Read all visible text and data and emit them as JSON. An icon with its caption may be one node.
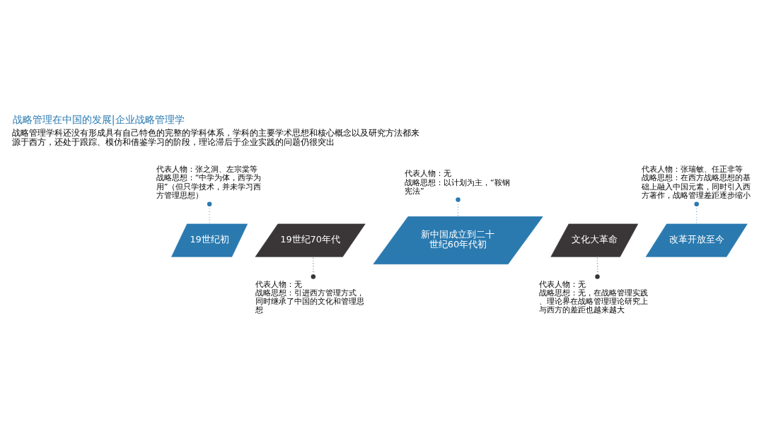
{
  "diagram": {
    "title": "战略管理在中国的发展|企业战略管理学",
    "nodes": [
      {
        "text": [
          "19世纪初"
        ]
      },
      {
        "text": [
          "19世纪70年代"
        ]
      },
      {
        "text": [
          "新中国成立到二十世纪60年代初"
        ]
      },
      {
        "text": [
          "文化大革命"
        ]
      },
      {
        "text": [
          "改革开放至今"
        ]
      },
      {
        "text": [
          "代表人物：张之洞、左宗棠等",
          "战略思想：“中学为体，西学为用”（但只学技术，并未学习西方管理思想）"
        ]
      },
      {
        "text": [
          "代表人物：无",
          "战略思想：引进西方管理方式，同时继承了中国的文化和管理思想"
        ]
      },
      {
        "text": [
          "代表人物：无",
          "战略思想：以计划为主，“鞍钢宪法”"
        ]
      },
      {
        "text": [
          "代表人物：无",
          "战略思想：无，在战略管理实践、理论界在战略管理理论研究上与西方的差距也越来越大"
        ]
      },
      {
        "text": [
          "代表人物：张瑞敏、任正非等",
          "战略思想：在西方战略思想的基础上融入中国元素，同时引入西方著作，战略管理差距逐步缩小"
        ]
      }
    ],
    "edges": [
      {
        "from": 5,
        "to": 0,
        "arrow": "other"
      },
      {
        "from": 6,
        "to": 1,
        "arrow": "other",
        "color": "#3a3536"
      },
      {
        "from": 7,
        "to": 2,
        "arrow": "other"
      },
      {
        "from": 8,
        "to": 3,
        "arrow": "other",
        "color": "#3a3536"
      },
      {
        "from": 9,
        "to": 4,
        "arrow": "other"
      }
    ],
    "labels": [
      "战略管理学科还没有形成具有自己特色的完整的学科体系，学科的主要学术思想和核心概念以及研究方法都来源于西方，还处于跟踪、模仿和借鉴学习的阶段，理论滞后于企业实践的问题仍很突出"
    ]
  }
}
